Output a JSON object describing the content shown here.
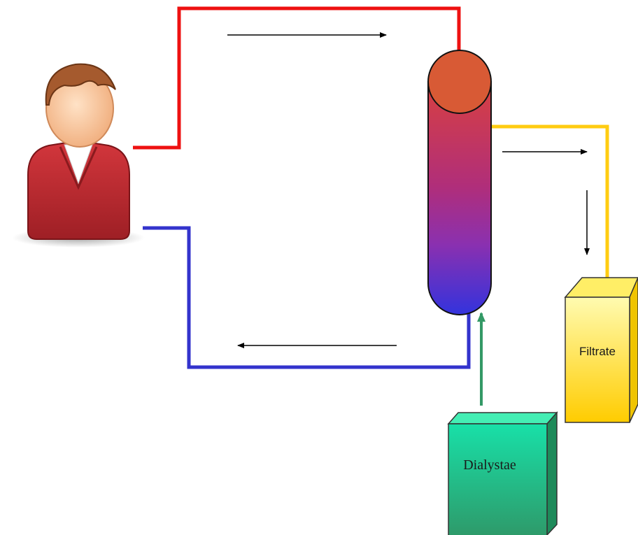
{
  "diagram": {
    "labels": {
      "filtrate": "Filtrate",
      "dialysate": "Dialystae"
    },
    "colors": {
      "arterial_line": "#ee1111",
      "venous_line": "#3333cc",
      "filtrate_line": "#ffcc11",
      "dialysate_line": "#339966",
      "filtrate_box": "#ffee44",
      "dialysate_box": "#22dd99",
      "dialyzer_top": "#d85a35",
      "dialyzer_bottom": "#3333dd",
      "patient_shirt": "#bb2a30",
      "patient_skin": "#f0b78a",
      "patient_hair": "#a0522d"
    },
    "icons": {
      "patient": "person-icon",
      "dialyzer": "dialyzer-cylinder"
    }
  }
}
